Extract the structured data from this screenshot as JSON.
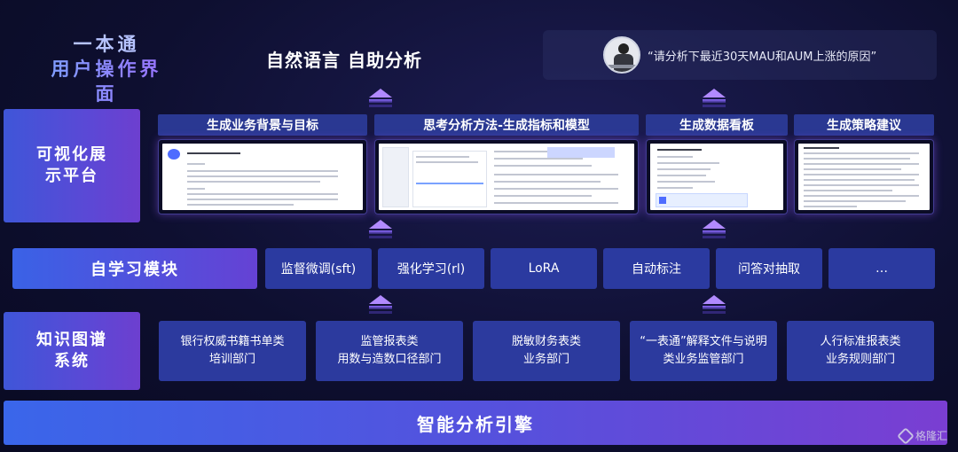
{
  "brand": {
    "line1": "一本通",
    "line2": "用户操作界面"
  },
  "tagline": "自然语言 自助分析",
  "query": "“请分析下最近30天MAU和AUM上涨的原因”",
  "layers": {
    "visualization": "可视化展示平台",
    "self_learning": "自学习模块",
    "knowledge_graph": "知识图谱系统",
    "engine": "智能分析引擎"
  },
  "visualization_steps": [
    {
      "title": "生成业务背景与目标"
    },
    {
      "title": "思考分析方法-生成指标和模型"
    },
    {
      "title": "生成数据看板"
    },
    {
      "title": "生成策略建议"
    }
  ],
  "learning_methods": [
    "监督微调(sft)",
    "强化学习(rl)",
    "LoRA",
    "自动标注",
    "问答对抽取",
    "…"
  ],
  "knowledge_sources": [
    {
      "line1": "银行权威书籍书单类",
      "line2": "培训部门"
    },
    {
      "line1": "监管报表类",
      "line2": "用数与造数口径部门"
    },
    {
      "line1": "脱敏财务表类",
      "line2": "业务部门"
    },
    {
      "line1": "“一表通”解释文件与说明",
      "line2": "类业务监管部门"
    },
    {
      "line1": "人行标准报表类",
      "line2": "业务规则部门"
    }
  ],
  "watermark": "格隆汇",
  "colors": {
    "accent_purple": "#b18aff",
    "chip_blue": "#2b3aa0",
    "background": "#0e0f30"
  }
}
